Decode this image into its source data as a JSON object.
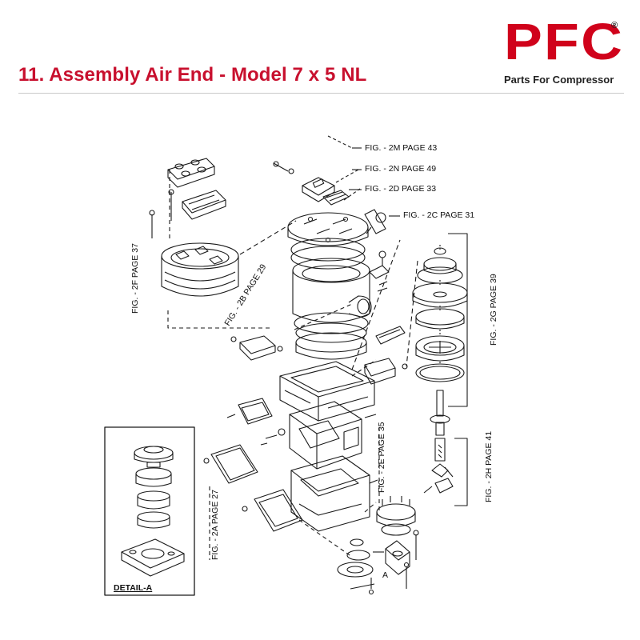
{
  "header": {
    "title": "11. Assembly Air End - Model 7 x 5 NL"
  },
  "logo": {
    "letters": "PFC",
    "registered": "®",
    "tagline": "Parts For Compressor",
    "brand_color": "#d0021b"
  },
  "title_color": "#c8102e",
  "diagram": {
    "labels": {
      "fig_2m": "FIG. - 2M PAGE 43",
      "fig_2n": "FIG. - 2N PAGE 49",
      "fig_2d": "FIG. - 2D PAGE 33",
      "fig_2c": "FIG. - 2C PAGE 31",
      "fig_2f": "FIG. - 2F PAGE 37",
      "fig_2b": "FIG. - 2B PAGE 29",
      "fig_2g": "FIG. - 2G PAGE 39",
      "fig_2e": "FIG. - 2E PAGE 35",
      "fig_2h": "FIG. - 2H PAGE 41",
      "fig_2a": "FIG. - 2A PAGE 27",
      "detail": "DETAIL-A",
      "marker_a": "A"
    }
  }
}
